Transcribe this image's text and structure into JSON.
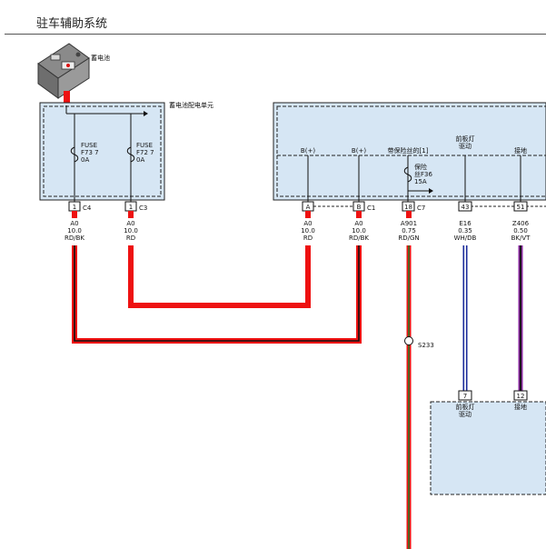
{
  "page": {
    "title": "驻车辅助系统"
  },
  "battery": {
    "label": "蓄电池"
  },
  "pdu": {
    "label": "蓄电池配电单元",
    "fuses": [
      {
        "line1": "FUSE",
        "line2": "F73 7",
        "line3": "0A"
      },
      {
        "line1": "FUSE",
        "line2": "F72 7",
        "line3": "0A"
      }
    ],
    "connectors": [
      {
        "pin": "1",
        "conn": "C4"
      },
      {
        "pin": "1",
        "conn": "C3"
      }
    ]
  },
  "module": {
    "pins": [
      {
        "label": "B(+)",
        "pin": "A"
      },
      {
        "label": "B(+)",
        "pin": "B",
        "conn": "C1"
      },
      {
        "label": "带保险丝的[1]",
        "pin": "18",
        "conn": "C7"
      },
      {
        "label": "前板灯",
        "label2": "驱动",
        "pin": "43"
      },
      {
        "label": "接地",
        "pin": "51"
      }
    ],
    "fuse": {
      "line1": "保险",
      "line2": "丝F36",
      "line3": "15A"
    }
  },
  "wires": [
    {
      "circuit": "A0",
      "gauge": "10.0",
      "color": "RD/BK"
    },
    {
      "circuit": "A0",
      "gauge": "10.0",
      "color": "RD"
    },
    {
      "circuit": "A0",
      "gauge": "10.0",
      "color": "RD"
    },
    {
      "circuit": "A0",
      "gauge": "10.0",
      "color": "RD/BK"
    },
    {
      "circuit": "A901",
      "gauge": "0.75",
      "color": "RD/GN"
    },
    {
      "circuit": "E16",
      "gauge": "0.35",
      "color": "WH/DB"
    },
    {
      "circuit": "Z406",
      "gauge": "0.50",
      "color": "BK/VT"
    }
  ],
  "splice": {
    "label": "S233"
  },
  "lower_module": {
    "pins": [
      {
        "pin": "7",
        "label": "前板灯",
        "label2": "驱动"
      },
      {
        "pin": "12",
        "label": "接地"
      }
    ]
  },
  "colors": {
    "red": "#ee1111",
    "black": "#111111",
    "green": "#2a7a2a",
    "white": "#ffffff",
    "dark_blue": "#1a2a9a",
    "violet": "#8a2aa0",
    "box_fill": "#d6e6f4"
  }
}
